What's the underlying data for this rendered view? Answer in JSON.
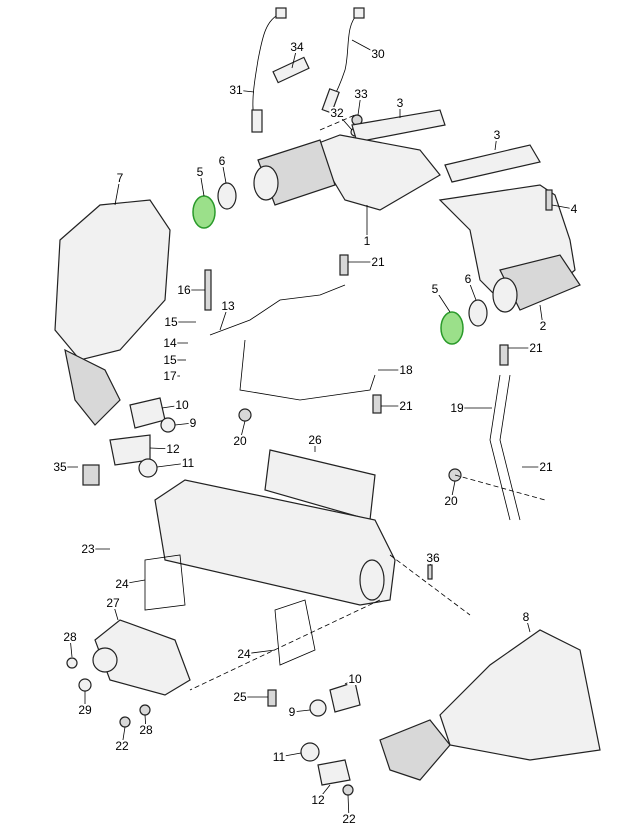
{
  "diagram": {
    "type": "exploded parts diagram",
    "callouts": [
      "34",
      "30",
      "31",
      "33",
      "3",
      "32",
      "3",
      "5",
      "6",
      "7",
      "4",
      "1",
      "21",
      "16",
      "13",
      "15",
      "6",
      "5",
      "2",
      "14",
      "21",
      "15",
      "17",
      "18",
      "10",
      "21",
      "19",
      "9",
      "26",
      "20",
      "12",
      "35",
      "11",
      "21",
      "20",
      "23",
      "36",
      "24",
      "27",
      "8",
      "28",
      "24",
      "10",
      "29",
      "25",
      "9",
      "28",
      "22",
      "11",
      "12",
      "22"
    ],
    "highlight_color": "#2a9a2a"
  }
}
